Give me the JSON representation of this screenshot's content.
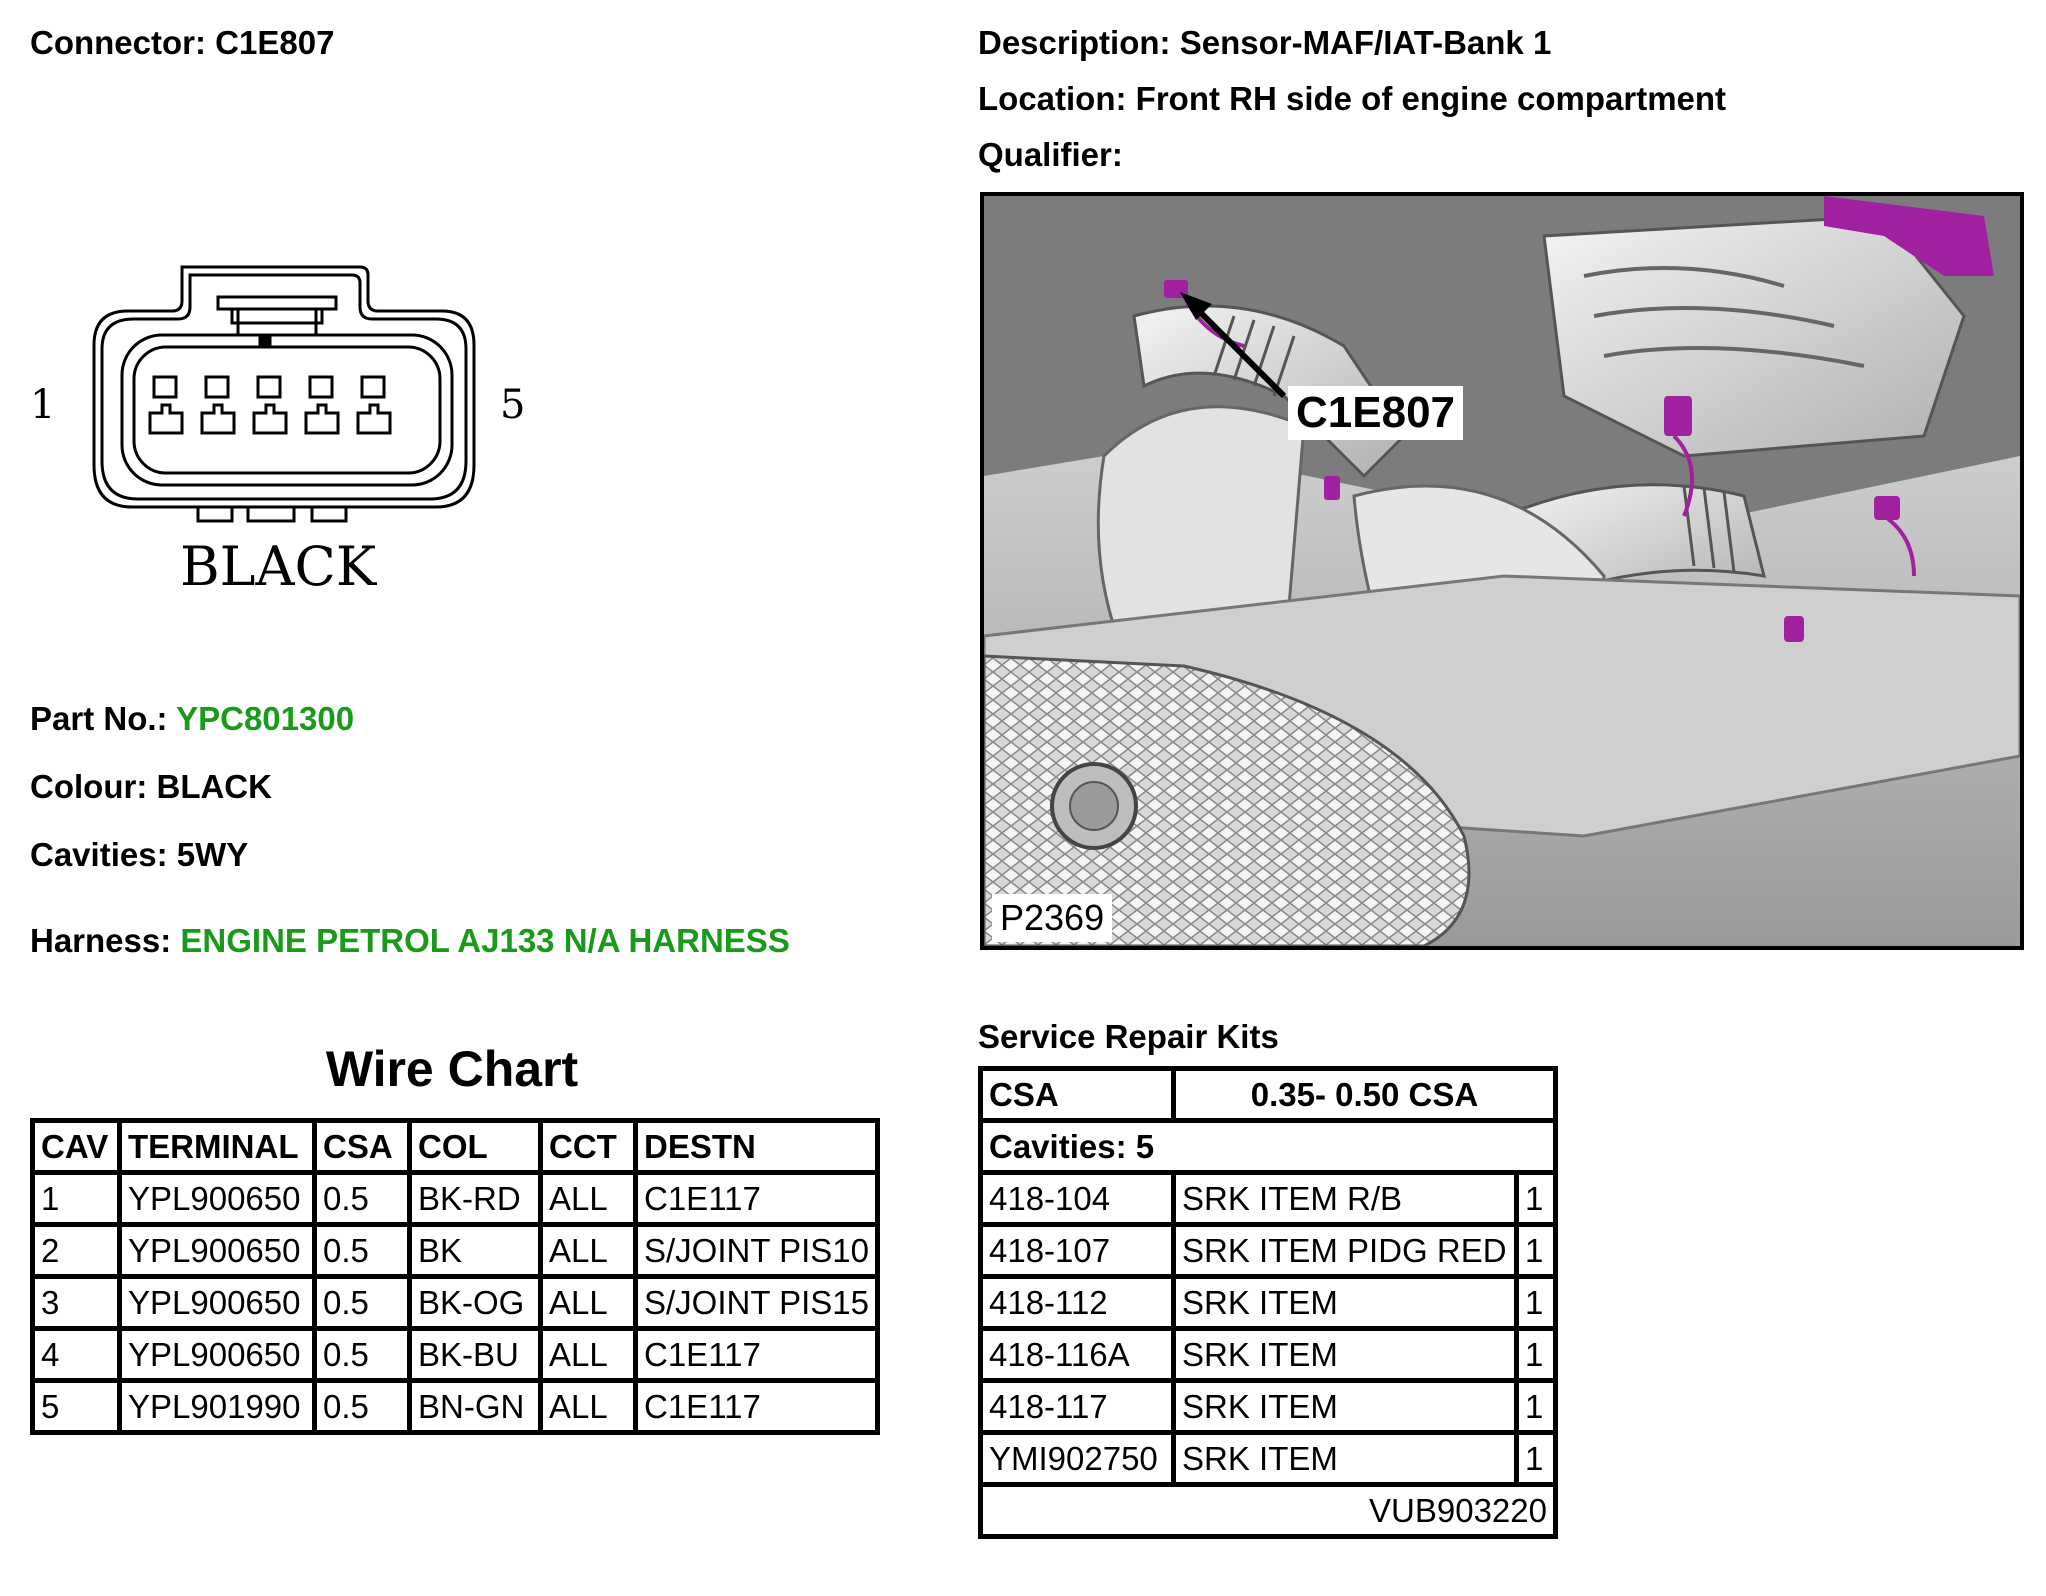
{
  "connector": {
    "label": "Connector:",
    "value": "C1E807"
  },
  "description": {
    "label": "Description:",
    "value": "Sensor-MAF/IAT-Bank 1"
  },
  "location": {
    "label": "Location:",
    "value": "Front RH side of engine compartment"
  },
  "qualifier": {
    "label": "Qualifier:",
    "value": ""
  },
  "diagram": {
    "pin_left": "1",
    "pin_right": "5",
    "colour_label": "BLACK"
  },
  "part_no": {
    "label": "Part No.:",
    "value": "YPC801300"
  },
  "colour": {
    "label": "Colour:",
    "value": "BLACK"
  },
  "cavities": {
    "label": "Cavities:",
    "value": "5WY"
  },
  "harness": {
    "label": "Harness:",
    "value": "ENGINE PETROL AJ133 N/A HARNESS"
  },
  "photo": {
    "callout": "C1E807",
    "ref": "P2369"
  },
  "wire_chart": {
    "title": "Wire Chart",
    "headers": [
      "CAV",
      "TERMINAL",
      "CSA",
      "COL",
      "CCT",
      "DESTN"
    ],
    "rows": [
      [
        "1",
        "YPL900650",
        "0.5",
        "BK-RD",
        "ALL",
        "C1E117"
      ],
      [
        "2",
        "YPL900650",
        "0.5",
        "BK",
        "ALL",
        "S/JOINT PIS10"
      ],
      [
        "3",
        "YPL900650",
        "0.5",
        "BK-OG",
        "ALL",
        "S/JOINT PIS15"
      ],
      [
        "4",
        "YPL900650",
        "0.5",
        "BK-BU",
        "ALL",
        "C1E117"
      ],
      [
        "5",
        "YPL901990",
        "0.5",
        "BN-GN",
        "ALL",
        "C1E117"
      ]
    ]
  },
  "repair_kits": {
    "title": "Service Repair Kits",
    "csa_label": "CSA",
    "csa_value": "0.35- 0.50 CSA",
    "cavities": "Cavities: 5",
    "rows": [
      [
        "418-104",
        "SRK ITEM R/B",
        "1"
      ],
      [
        "418-107",
        "SRK ITEM PIDG RED",
        "1"
      ],
      [
        "418-112",
        "SRK ITEM",
        "1"
      ],
      [
        "418-116A",
        "SRK ITEM",
        "1"
      ],
      [
        "418-117",
        "SRK ITEM",
        "1"
      ],
      [
        "YMI902750",
        "SRK ITEM",
        "1"
      ]
    ],
    "footer": "VUB903220"
  }
}
